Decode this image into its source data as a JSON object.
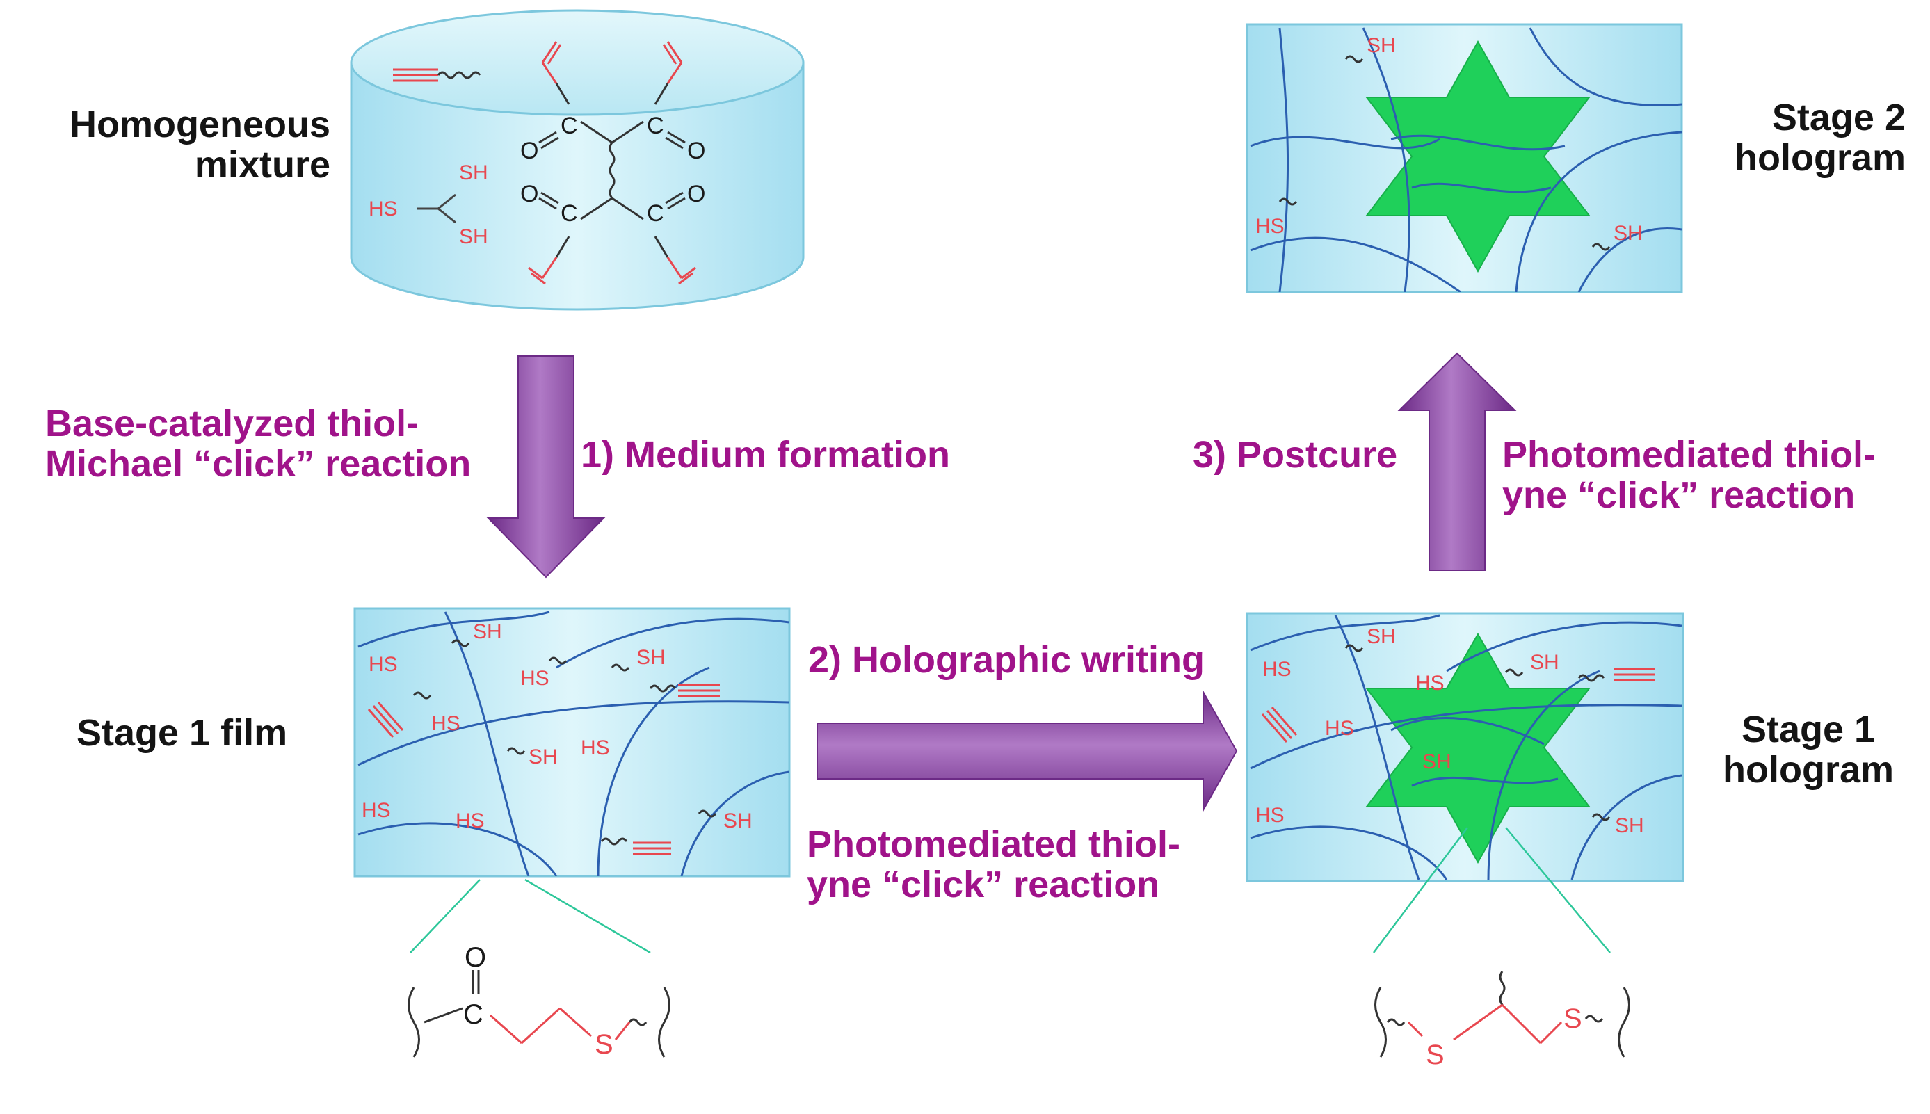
{
  "labels": {
    "homogeneous_line1": "Homogeneous",
    "homogeneous_line2": "mixture",
    "stage1_film": "Stage 1 film",
    "stage1_hologram_line1": "Stage 1",
    "stage1_hologram_line2": "hologram",
    "stage2_hologram_line1": "Stage 2",
    "stage2_hologram_line2": "hologram"
  },
  "steps": {
    "step1": "1) Medium formation",
    "step2": "2) Holographic writing",
    "step3": "3) Postcure"
  },
  "reactions": {
    "michael_line1": "Base-catalyzed thiol-",
    "michael_line2": "Michael “click” reaction",
    "yne_writing_line1": "Photomediated thiol-",
    "yne_writing_line2": "yne “click” reaction",
    "yne_postcure_line1": "Photomediated thiol-",
    "yne_postcure_line2": "yne “click” reaction"
  },
  "chem": {
    "thiol": "SH",
    "thiol_rev": "HS",
    "carbon": "C",
    "oxygen": "O",
    "sulfur": "S"
  },
  "colors": {
    "medium_fill": "#bfe9f4",
    "network_line": "#2b5fb0",
    "arrow_purple": "#8f49a6",
    "label_magenta": "#a0138a",
    "hologram_green": "#1fd05a",
    "chem_red": "#e8474f",
    "connector_teal": "#2dc79a"
  }
}
